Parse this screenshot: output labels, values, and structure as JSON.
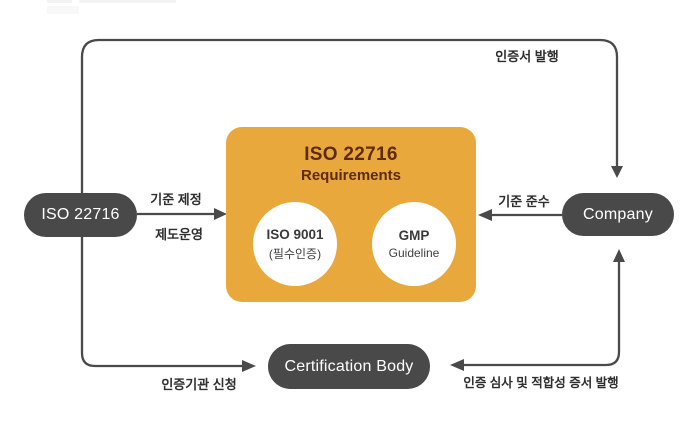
{
  "nodes": {
    "iso22716": {
      "label": "ISO 22716"
    },
    "company": {
      "label": "Company"
    },
    "certification_body": {
      "label": "Certification Body"
    }
  },
  "box": {
    "title": "ISO 22716",
    "subtitle": "Requirements",
    "circles": [
      {
        "line1": "ISO 9001",
        "line2": "(필수인증)"
      },
      {
        "line1": "GMP",
        "line2": "Guideline"
      }
    ]
  },
  "edges": {
    "certificate_issue": "인증서 발행",
    "standard_enact": "기준 제정",
    "system_operation": "제도운영",
    "standard_compliance": "기준 준수",
    "certification_application": "인증기관 신청",
    "audit_and_certificate": "인증 심사 및 적합성 증서 발행"
  },
  "colors": {
    "node_fill": "#494949",
    "line": "#4a4a4a",
    "box_fill": "#E9A83C",
    "box_text": "#5E2B0D",
    "label_text": "#2e2e2e"
  }
}
